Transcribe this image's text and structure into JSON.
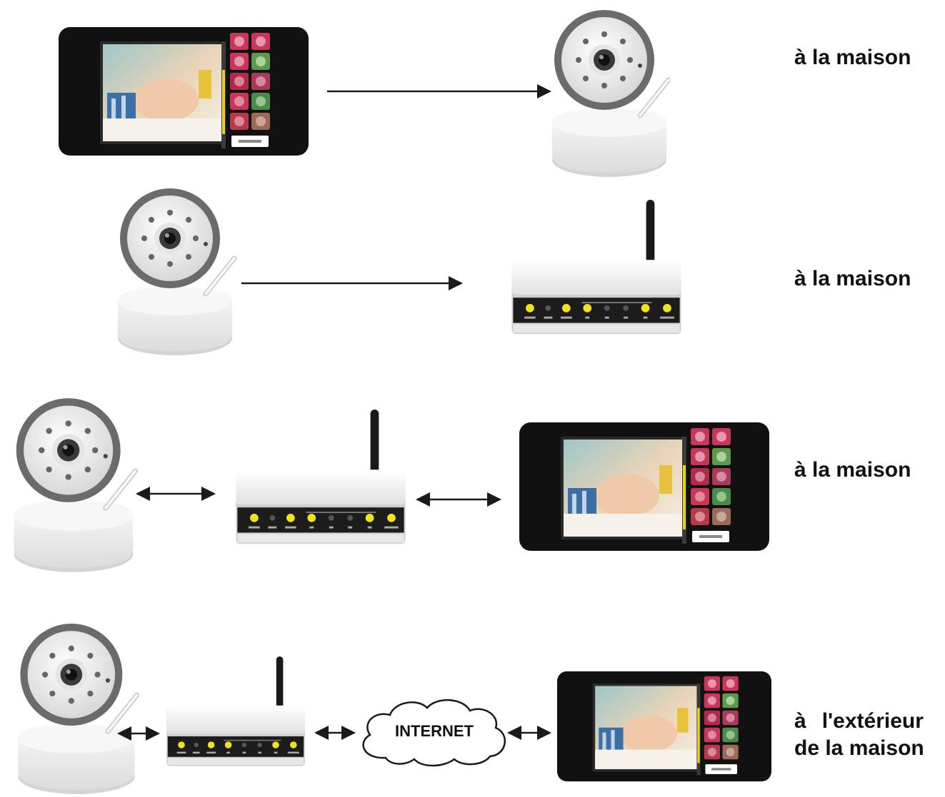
{
  "rows": [
    {
      "label": "à la maison"
    },
    {
      "label": "à la maison"
    },
    {
      "label": "à la maison"
    },
    {
      "label_prefix": "à",
      "label_line1": "l'extérieur",
      "label_line2": "de la maison"
    }
  ],
  "cloud_text": "INTERNET",
  "colors": {
    "device_black": "#111111",
    "screen_frame": "#2a2a2a",
    "router_body": "#f2f2f2",
    "router_panel": "#1c1c1c",
    "led_yellow": "#f3e21a",
    "camera_gray": "#6b6b6b",
    "camera_white": "#f4f4f4",
    "arrow": "#1a1a1a"
  },
  "icons": [
    "baby-monitor-screen-icon",
    "ip-camera-icon",
    "wifi-router-icon",
    "internet-cloud-icon",
    "arrow-icon"
  ]
}
